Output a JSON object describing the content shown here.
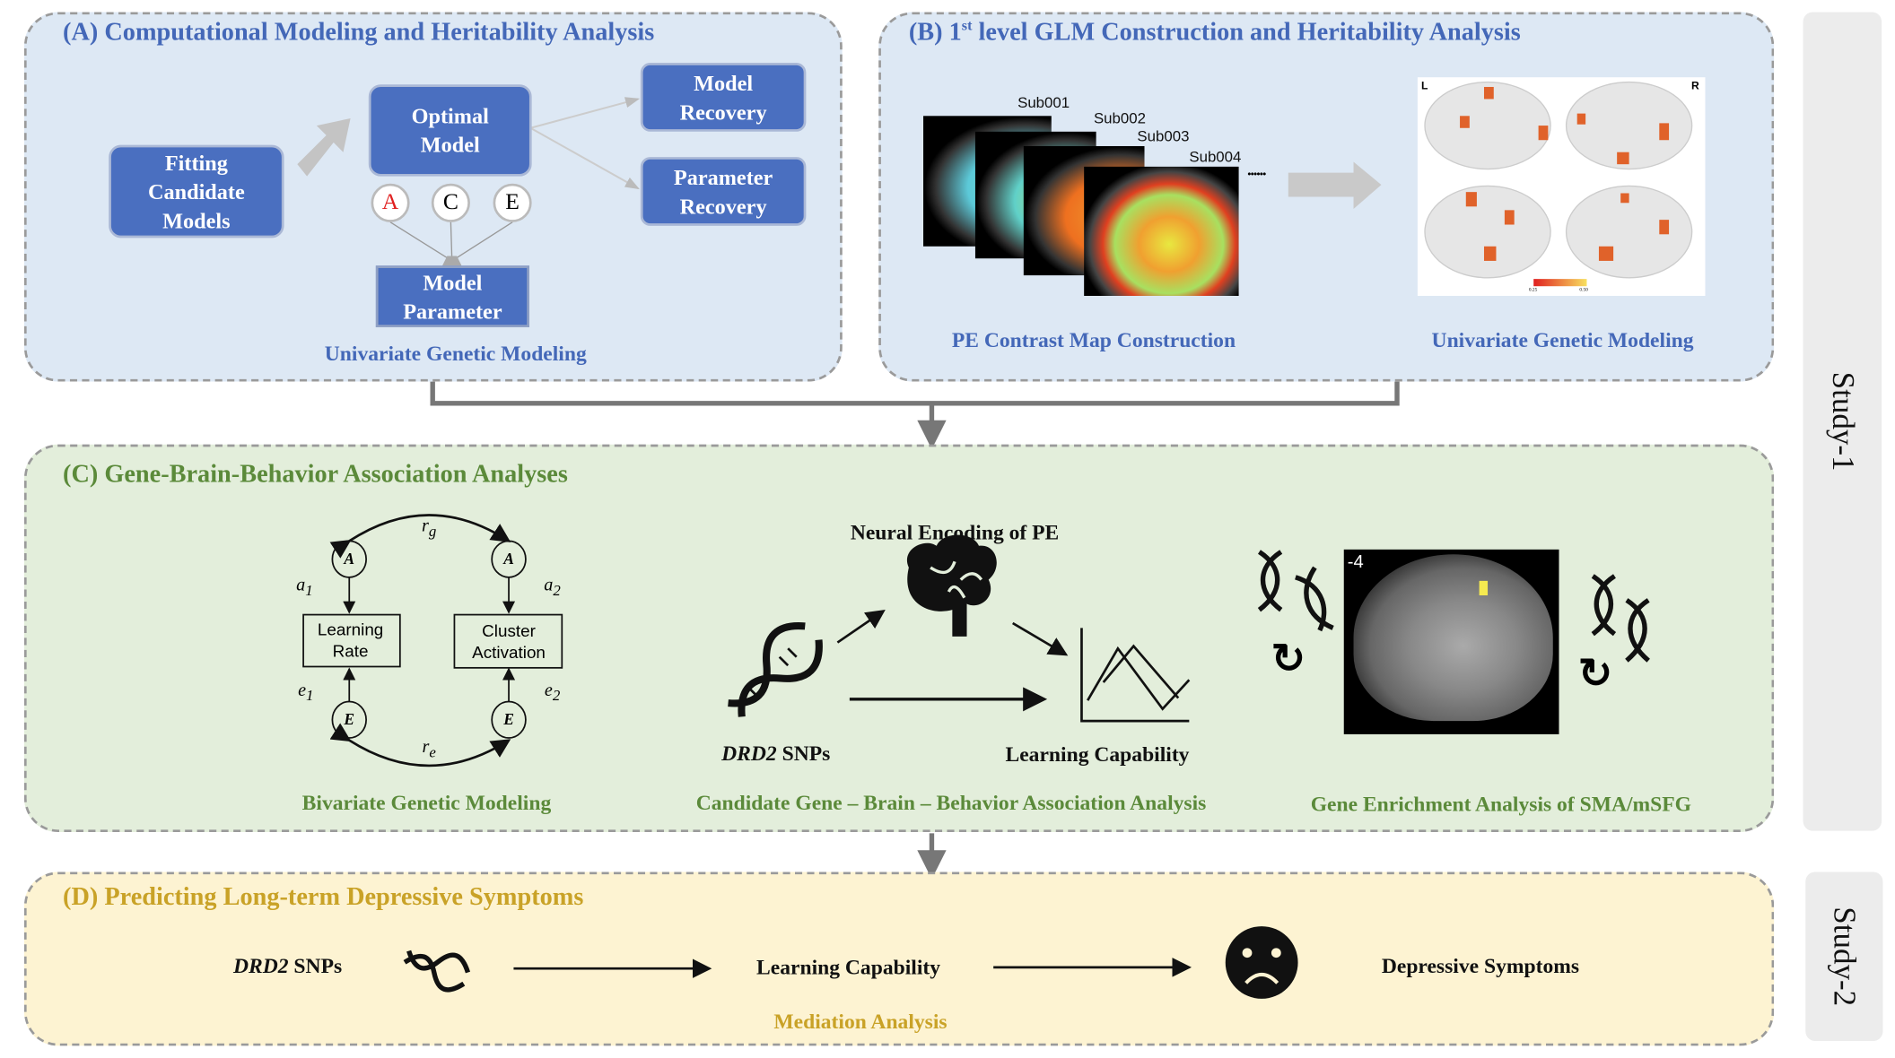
{
  "panel_a": {
    "title": "(A) Computational Modeling and Heritability Analysis",
    "fitting": "Fitting Candidate Models",
    "optimal": "Optimal Model",
    "model_recovery": "Model Recovery",
    "parameter_recovery": "Parameter Recovery",
    "ace": [
      "A",
      "C",
      "E"
    ],
    "model_parameter": "Model Parameter",
    "caption": "Univariate Genetic Modeling"
  },
  "panel_b": {
    "title_prefix": "(B) 1",
    "title_sup": "st",
    "title_rest": " level GLM Construction and Heritability Analysis",
    "subjects": [
      "Sub001",
      "Sub002",
      "Sub003",
      "Sub004"
    ],
    "dots": "......",
    "brain_left": "L",
    "brain_right": "R",
    "colorbar_min": "0.25",
    "colorbar_max": "0.50",
    "caption_left": "PE Contrast Map Construction",
    "caption_right": "Univariate Genetic Modeling"
  },
  "panel_c": {
    "title": "(C) Gene-Brain-Behavior Association Analyses",
    "rg": "r",
    "rg_sub": "g",
    "re": "r",
    "re_sub": "e",
    "a_node": "A",
    "e_node": "E",
    "a1": "a",
    "a1_sub": "1",
    "a2": "a",
    "a2_sub": "2",
    "e1": "e",
    "e1_sub": "1",
    "e2": "e",
    "e2_sub": "2",
    "box_left": [
      "Learning",
      "Rate"
    ],
    "box_right": [
      "Cluster",
      "Activation"
    ],
    "caption_bivariate": "Bivariate Genetic Modeling",
    "neural": "Neural Encoding of PE",
    "drd2_italic": "DRD2",
    "drd2_rest": " SNPs",
    "learning": "Learning Capability",
    "caption_candidate": "Candidate Gene – Brain – Behavior Association Analysis",
    "slice_label": "-4",
    "caption_enrichment": "Gene Enrichment Analysis of SMA/mSFG"
  },
  "panel_d": {
    "title": "(D) Predicting Long-term Depressive Symptoms",
    "drd2_italic": "DRD2",
    "drd2_rest": " SNPs",
    "learning": "Learning Capability",
    "depressive": "Depressive Symptoms",
    "caption": "Mediation Analysis"
  },
  "tabs": {
    "study1": "Study-1",
    "study2": "Study-2"
  },
  "colors": {
    "blue": "#4468b8",
    "green": "#5b8a3a",
    "gold": "#c9a227",
    "panel_a_b": "#dde8f4",
    "panel_c": "#e3eedb",
    "panel_d": "#fdf3d2",
    "ace_a": "#e02020"
  }
}
